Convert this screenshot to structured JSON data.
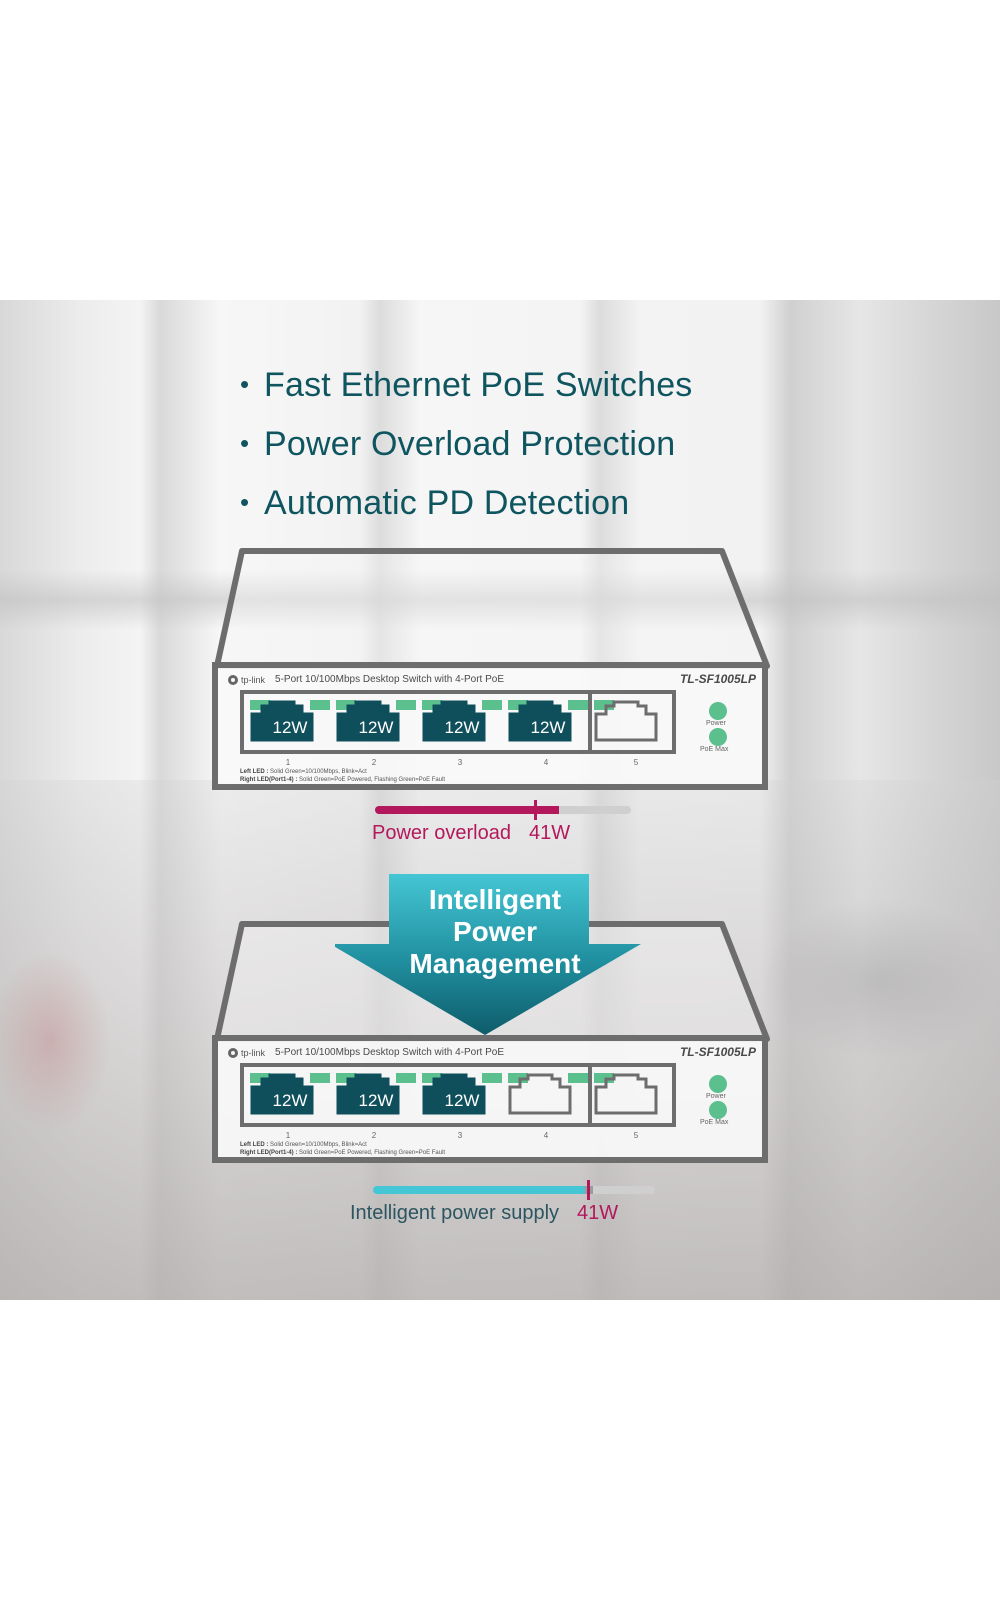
{
  "features": [
    "Fast Ethernet PoE Switches",
    "Power Overload Protection",
    "Automatic PD Detection"
  ],
  "colors": {
    "heading_teal": "#0f5560",
    "overload_magenta": "#b3185c",
    "intelligent_cyan": "#45c6d4",
    "port_fill": "#0f4f5c",
    "led_green": "#5bbf8e",
    "outline_gray": "#6d6d6d"
  },
  "device": {
    "brand": "tp-link",
    "description": "5-Port 10/100Mbps Desktop Switch with 4-Port PoE",
    "model": "TL-SF1005LP",
    "status_leds": [
      "Power",
      "PoE Max"
    ],
    "led_legend_left_title": "Left LED :",
    "led_legend_left": "Solid Green=10/100Mbps, Blink=Act",
    "led_legend_right_title": "Right LED(Port1-4) :",
    "led_legend_right": "Solid Green=PoE Powered, Flashing Green=PoE Fault",
    "port_numbers": [
      "1",
      "2",
      "3",
      "4",
      "5"
    ]
  },
  "before": {
    "ports": [
      {
        "number": "1",
        "power": "12W",
        "powered": true
      },
      {
        "number": "2",
        "power": "12W",
        "powered": true
      },
      {
        "number": "3",
        "power": "12W",
        "powered": true
      },
      {
        "number": "4",
        "power": "12W",
        "powered": true
      },
      {
        "number": "5",
        "power": "",
        "powered": false
      }
    ],
    "caption": "Power overload",
    "budget": "41W",
    "load_fraction": 0.72,
    "budget_fraction": 0.62
  },
  "arrow": {
    "line1": "Intelligent",
    "line2": "Power",
    "line3": "Management"
  },
  "after": {
    "ports": [
      {
        "number": "1",
        "power": "12W",
        "powered": true
      },
      {
        "number": "2",
        "power": "12W",
        "powered": true
      },
      {
        "number": "3",
        "power": "12W",
        "powered": true
      },
      {
        "number": "4",
        "power": "",
        "powered": false
      },
      {
        "number": "5",
        "power": "",
        "powered": false
      }
    ],
    "caption": "Intelligent power supply",
    "budget": "41W",
    "load_fraction": 0.78,
    "budget_fraction": 0.75
  }
}
